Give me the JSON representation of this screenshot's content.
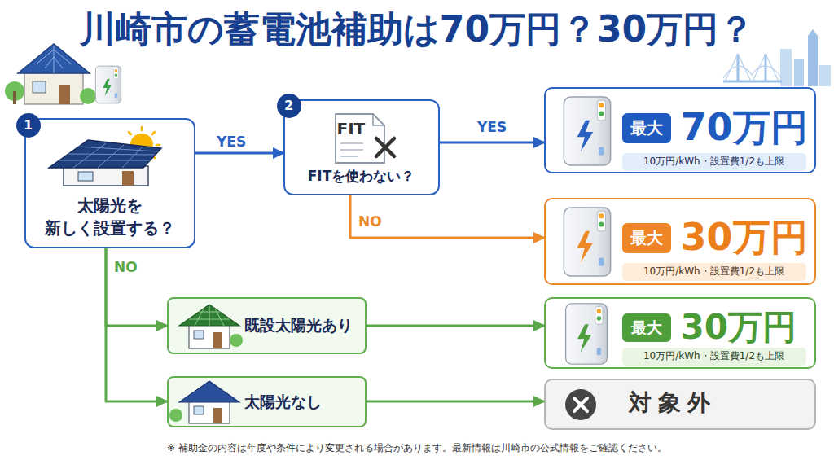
{
  "diagram": {
    "title": "川崎市の蓄電池補助は70万円？30万円？",
    "caption": "※ 補助金の内容は年度や条件により変更される場合があります。最新情報は川崎市の公式情報をご確認ください。",
    "nodes": [
      {
        "text": [
          "太陽光を 新しく設置する？"
        ]
      },
      {
        "text": [
          "1"
        ],
        "in": 0
      },
      {
        "text": [
          "FIT",
          "FITを使わない？"
        ]
      },
      {
        "text": [
          "2"
        ],
        "in": 2
      },
      {
        "text": [
          "70万円"
        ]
      },
      {
        "text": [
          "最大"
        ],
        "in": 4
      },
      {
        "text": [
          "10万円/kWh・設置費1/2も上限"
        ],
        "in": 4
      },
      {
        "text": [
          "30万円"
        ]
      },
      {
        "text": [
          "最大"
        ],
        "in": 7
      },
      {
        "text": [
          "10万円/kWh・設置費1/2も上限"
        ],
        "in": 7
      },
      {
        "text": [
          "既設太陽光あり"
        ]
      },
      {
        "text": [
          "30万円"
        ]
      },
      {
        "text": [
          "最大"
        ],
        "in": 11
      },
      {
        "text": [
          "10万円/kWh・設置費1/2も上限"
        ],
        "in": 11
      },
      {
        "text": [
          "太陽光なし"
        ]
      },
      {
        "text": [
          "対象外"
        ]
      }
    ],
    "edges": [
      {
        "from": 0,
        "to": 2,
        "label": "YES",
        "arrow": "to"
      },
      {
        "from": 2,
        "to": 4,
        "label": "YES",
        "arrow": "to"
      },
      {
        "from": 2,
        "to": 7,
        "label": "NO",
        "arrow": "to"
      },
      {
        "from": 0,
        "to": 10,
        "label": "NO",
        "arrow": "to"
      },
      {
        "from": 0,
        "to": 14,
        "arrow": "to"
      },
      {
        "from": 10,
        "to": 11,
        "arrow": "to"
      },
      {
        "from": 14,
        "to": 15,
        "arrow": "to"
      }
    ]
  }
}
